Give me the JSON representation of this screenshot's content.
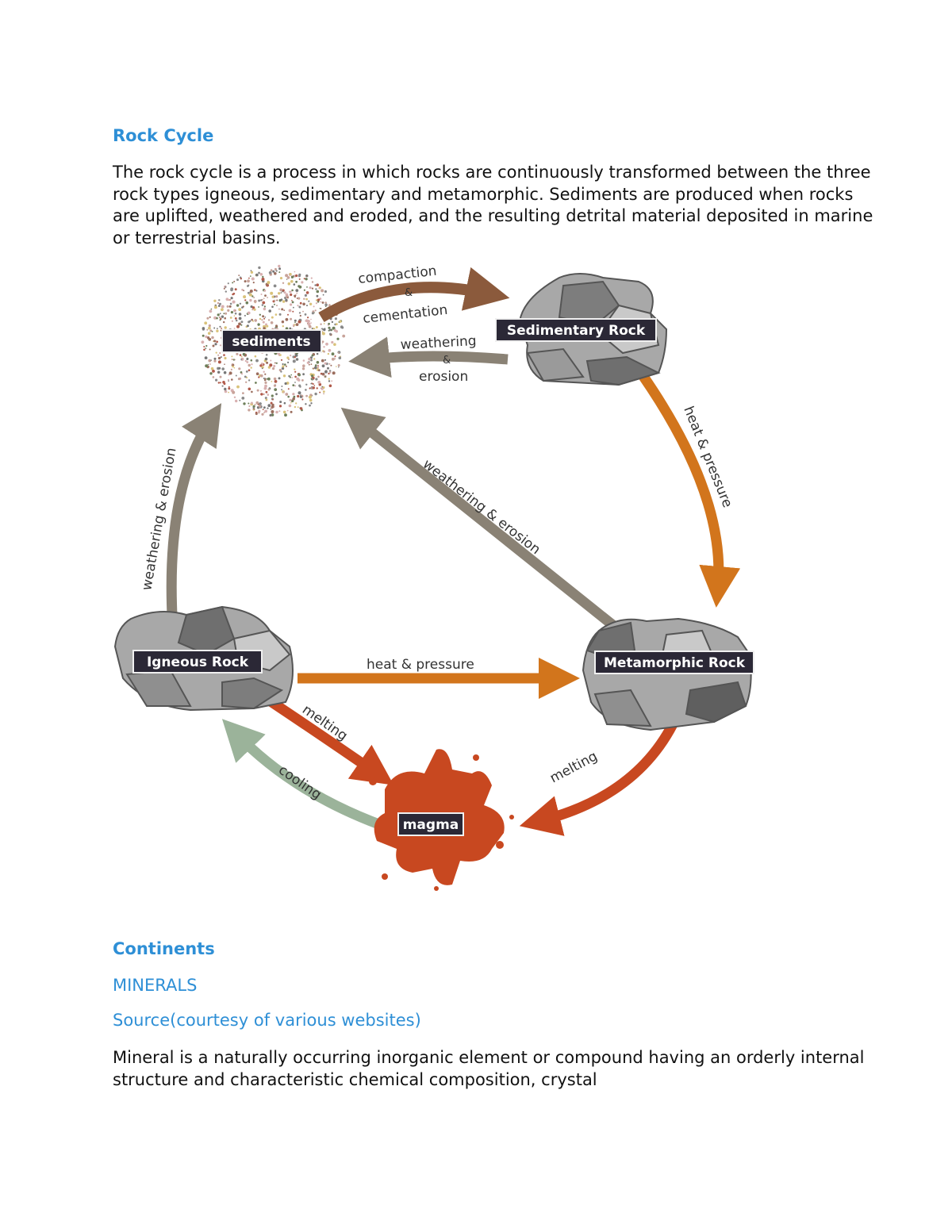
{
  "section1": {
    "title": "Rock Cycle",
    "intro": "The rock cycle is a process in which rocks are continuously transformed between the three rock types igneous, sedimentary and metamorphic. Sediments are produced when rocks are uplifted, weathered and eroded, and the resulting detrital material deposited in marine or terrestrial basins."
  },
  "diagram": {
    "nodes": {
      "sediments": "sediments",
      "sedimentary": "Sedimentary Rock",
      "igneous": "Igneous Rock",
      "metamorphic": "Metamorphic Rock",
      "magma": "magma"
    },
    "arrows": {
      "compaction_line1": "compaction",
      "compaction_amp": "&",
      "compaction_line2": "cementation",
      "weathering_top_line1": "weathering",
      "weathering_top_amp": "&",
      "weathering_top_line2": "erosion",
      "heat_pressure_right": "heat & pressure",
      "weathering_diagonal": "weathering & erosion",
      "weathering_left": "weathering & erosion",
      "heat_pressure_bottom": "heat & pressure",
      "melting_left": "melting",
      "cooling": "cooling",
      "melting_right": "melting"
    },
    "colors": {
      "brown_arrow": "#8b5a3c",
      "grey_arrow": "#8a8275",
      "orange_arrow": "#d2751c",
      "red_arrow": "#c84820",
      "green_arrow": "#9bb39a",
      "label_bg": "#2b2836"
    }
  },
  "section2": {
    "title": "Continents",
    "subtitle": "MINERALS",
    "source": "Source(courtesy of various websites)",
    "body": "Mineral is a naturally occurring inorganic element or compound having an orderly internal structure and characteristic chemical composition, crystal"
  }
}
